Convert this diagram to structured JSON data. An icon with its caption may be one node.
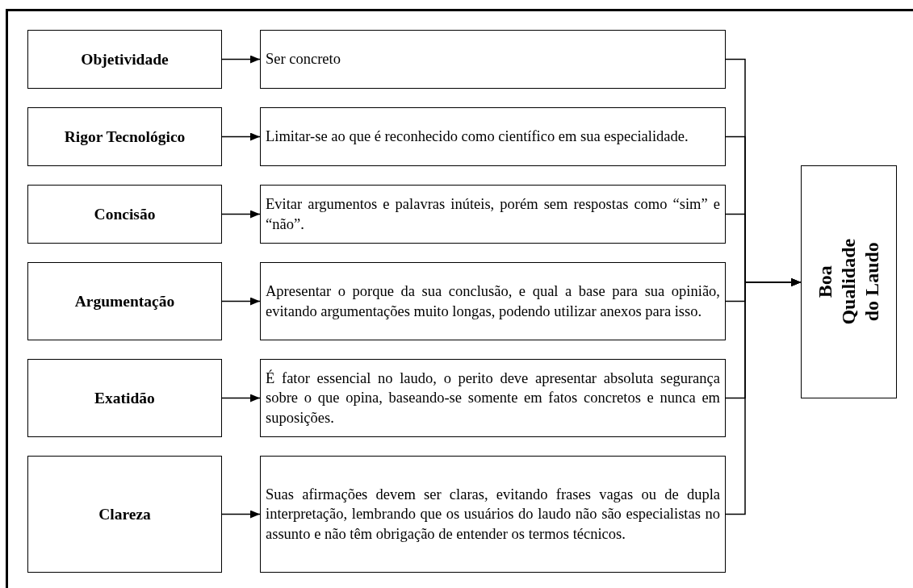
{
  "diagram": {
    "nodes": [
      {
        "text": [
          "Objetividade"
        ]
      },
      {
        "text": [
          "Rigor Tecnológico"
        ]
      },
      {
        "text": [
          "Concisão"
        ]
      },
      {
        "text": [
          "Argumentação"
        ]
      },
      {
        "text": [
          "Exatidão"
        ]
      },
      {
        "text": [
          "Clareza"
        ]
      },
      {
        "text": [
          "Ser concreto"
        ]
      },
      {
        "text": [
          "Limitar-se ao que é reconhecido como científico em sua especialidade."
        ]
      },
      {
        "text": [
          "Evitar argumentos e palavras inúteis, porém sem respostas como “sim” e “não”."
        ]
      },
      {
        "text": [
          "Apresentar o porque da sua conclusão, e qual a base para sua opinião, evitando argumentações muito longas, podendo utilizar anexos para isso."
        ]
      },
      {
        "text": [
          "É fator essencial no laudo, o perito deve apresentar absoluta segurança sobre o que opina, baseando-se somente em fatos concretos e nunca em suposições."
        ]
      },
      {
        "text": [
          "Suas afirmações devem ser claras, evitando frases vagas ou de dupla interpretação, lembrando que os usuários do laudo não são especialistas no assunto e não têm obrigação de entender os termos técnicos."
        ]
      },
      {
        "text": [
          "Boa Qualidade do Laudo"
        ]
      }
    ],
    "edges": [
      {
        "from": 0,
        "to": 6,
        "arrow": "to"
      },
      {
        "from": 1,
        "to": 7,
        "arrow": "to"
      },
      {
        "from": 2,
        "to": 8,
        "arrow": "to"
      },
      {
        "from": 3,
        "to": 9,
        "arrow": "to"
      },
      {
        "from": 4,
        "to": 10,
        "arrow": "to"
      },
      {
        "from": 5,
        "to": 11,
        "arrow": "to"
      },
      {
        "from": 6,
        "to": 12,
        "arrow": "to"
      },
      {
        "from": 7,
        "to": 12,
        "arrow": "to"
      },
      {
        "from": 8,
        "to": 12,
        "arrow": "to"
      },
      {
        "from": 9,
        "to": 12,
        "arrow": "to"
      },
      {
        "from": 10,
        "to": 12,
        "arrow": "to"
      },
      {
        "from": 11,
        "to": 12,
        "arrow": "to"
      }
    ]
  }
}
